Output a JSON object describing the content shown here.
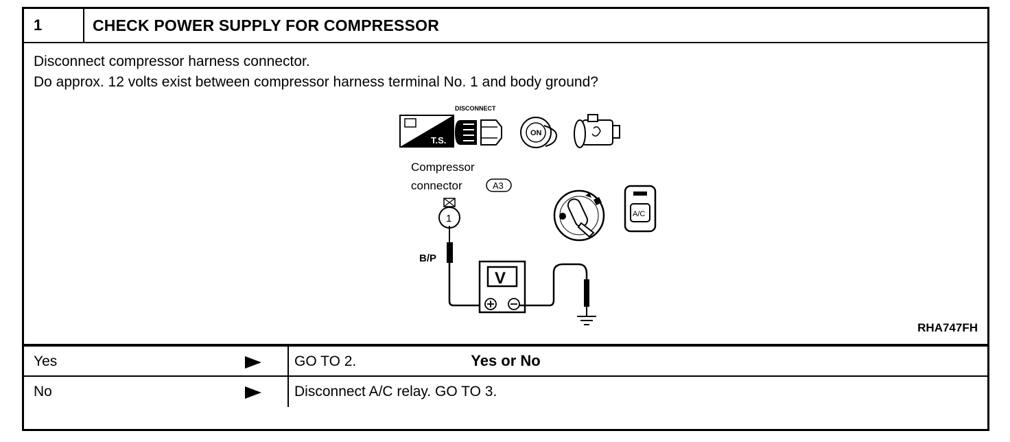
{
  "step": {
    "number": "1",
    "title": "CHECK POWER SUPPLY FOR COMPRESSOR"
  },
  "instructions": [
    "Disconnect compressor harness connector.",
    "Do approx. 12 volts exist between compressor harness terminal No. 1 and body ground?"
  ],
  "diagram": {
    "icons": {
      "ts_label": "T.S.",
      "disconnect_label": "DISCONNECT",
      "ignition_label": "ON",
      "ac_switch_label": "A/C"
    },
    "connector_label_line1": "Compressor",
    "connector_label_line2": "connector",
    "connector_id": "A3",
    "terminal_number": "1",
    "wire_color": "B/P",
    "meter_label": "V",
    "figure_code": "RHA747FH"
  },
  "question": "Yes or No",
  "answers": [
    {
      "label": "Yes",
      "result": "GO TO 2."
    },
    {
      "label": "No",
      "result": "Disconnect A/C relay. GO TO 3."
    }
  ]
}
